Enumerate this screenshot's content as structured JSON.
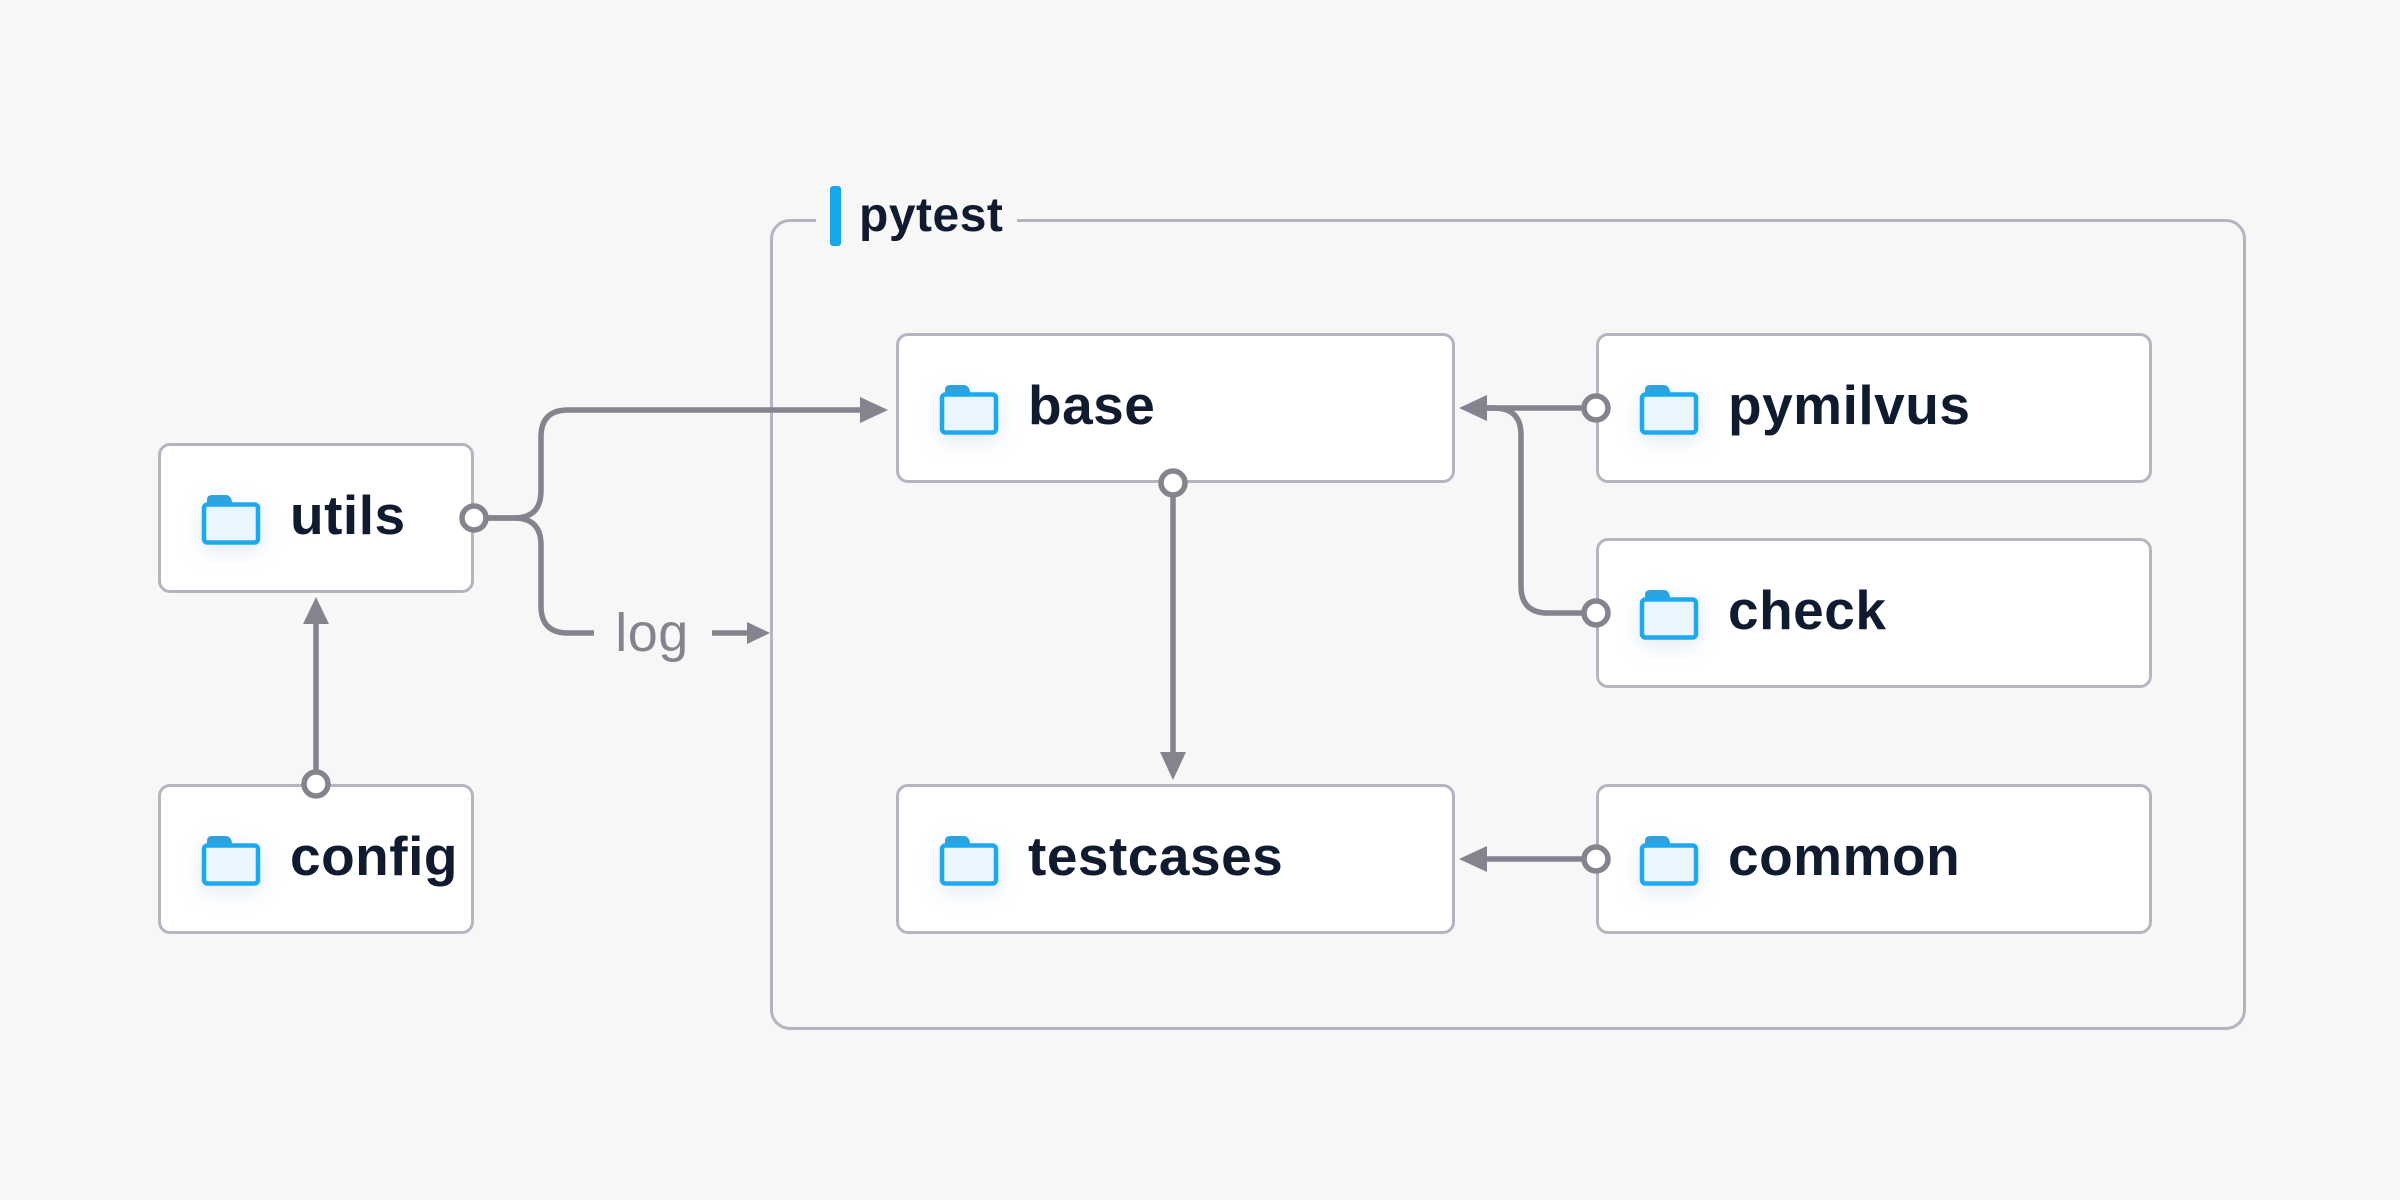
{
  "container": {
    "label": "pytest"
  },
  "nodes": {
    "utils": {
      "label": "utils",
      "icon": "folder-icon"
    },
    "config": {
      "label": "config",
      "icon": "folder-icon"
    },
    "base": {
      "label": "base",
      "icon": "folder-icon"
    },
    "pymilvus": {
      "label": "pymilvus",
      "icon": "folder-icon"
    },
    "check": {
      "label": "check",
      "icon": "folder-icon"
    },
    "testcases": {
      "label": "testcases",
      "icon": "folder-icon"
    },
    "common": {
      "label": "common",
      "icon": "folder-icon"
    }
  },
  "edges": [
    {
      "from": "config",
      "to": "utils"
    },
    {
      "from": "utils",
      "to": "base"
    },
    {
      "from": "utils",
      "to": "pytest-container",
      "label": "log"
    },
    {
      "from": "pymilvus",
      "to": "base"
    },
    {
      "from": "check",
      "to": "base"
    },
    {
      "from": "base",
      "to": "testcases"
    },
    {
      "from": "common",
      "to": "testcases"
    }
  ],
  "colors": {
    "background": "#f7f7f8",
    "node_fill": "#ffffff",
    "node_border": "#b4b5c1",
    "container_border": "#b4b5c1",
    "connector": "#84848e",
    "label_text": "#101b30",
    "edge_label_text": "#84848e",
    "accent_blue": "#16a8ea",
    "folder_stroke": "#1ca9ee",
    "folder_tab": "#2ea2dd",
    "folder_fill": "#eaf5fd"
  }
}
